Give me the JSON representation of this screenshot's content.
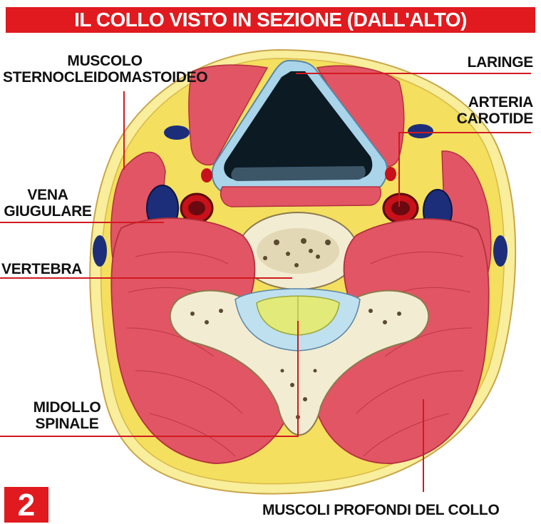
{
  "title": "IL COLLO VISTO IN SEZIONE (DALL'ALTO)",
  "figure_number": "2",
  "labels": {
    "sternocleidomastoideo": [
      "MUSCOLO",
      "STERNOCLEIDOMASTOIDEO"
    ],
    "laringe": [
      "LARINGE"
    ],
    "arteria_carotide": [
      "ARTERIA",
      "CAROTIDE"
    ],
    "vena_giugulare": [
      "VENA",
      "GIUGULARE"
    ],
    "vertebra": [
      "VERTEBRA"
    ],
    "midollo_spinale": [
      "MIDOLLO",
      "SPINALE"
    ],
    "muscoli_profondi": [
      "MUSCOLI PROFONDI DEL COLLO"
    ]
  },
  "colors": {
    "accent_red": "#e01a1f",
    "muscle": "#e25564",
    "fat": "#f4df5e",
    "bone": "#f2ecd2",
    "cartilage": "#a9d4ea",
    "vein": "#1c2e7a",
    "artery": "#c8111a"
  }
}
